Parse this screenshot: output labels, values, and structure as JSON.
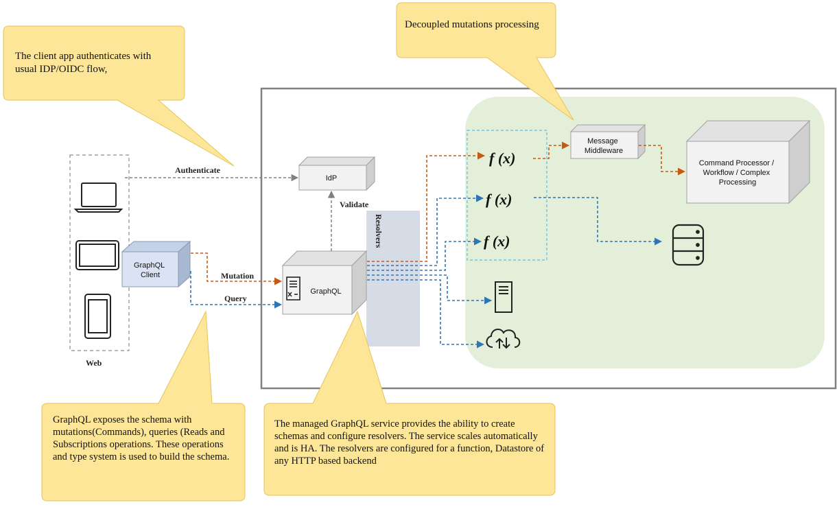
{
  "callouts": {
    "auth": "The client app authenticates with usual IDP/OIDC flow,",
    "decoupled": "Decoupled mutations processing",
    "schema": "GraphQL exposes the schema with mutations(Commands), queries (Reads and  Subscriptions operations. These operations and type system is used to build the schema.",
    "managed": "The managed GraphQL service provides the ability to create schemas and configure resolvers. The service scales automatically and is HA. The resolvers are configured for a function, Datastore of any HTTP based backend"
  },
  "labels": {
    "web": "Web",
    "client_line1": "GraphQL",
    "client_line2": "Client",
    "authenticate": "Authenticate",
    "mutation": "Mutation",
    "query": "Query",
    "idp": "IdP",
    "validate": "Validate",
    "graphql": "GraphQL",
    "resolvers": "Resolvers",
    "function": "f (x)",
    "middleware_line1": "Message",
    "middleware_line2": "Middleware",
    "processor_line1": "Command Processor /",
    "processor_line2": "Workflow / Complex",
    "processor_line3": "Processing"
  },
  "icons": {
    "devices": [
      "laptop-icon",
      "tablet-icon",
      "phone-icon"
    ],
    "document": "document-icon",
    "database": "database-icon",
    "server": "server-icon",
    "cloud": "cloud-upload-download-icon"
  },
  "colors": {
    "callout_fill": "#fde698",
    "callout_stroke": "#e5c35a",
    "mutation_arrow": "#c55a11",
    "query_arrow": "#2e75b6",
    "auth_arrow": "#808080",
    "zone_fill": "#e3efd9",
    "resolvers_fill": "#d6dce5",
    "client_fill": "#dae3f3",
    "function_border": "#5bbce8"
  }
}
